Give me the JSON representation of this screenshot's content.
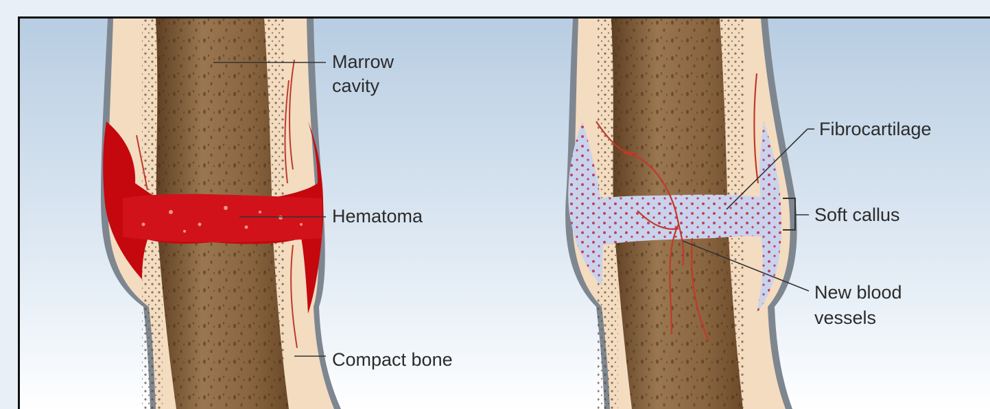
{
  "labels": {
    "marrow_cavity_1": "Marrow",
    "marrow_cavity_2": "cavity",
    "hematoma": "Hematoma",
    "compact_bone": "Compact bone",
    "fibrocartilage": "Fibrocartilage",
    "soft_callus": "Soft callus",
    "new_blood_vessels_1": "New blood",
    "new_blood_vessels_2": "vessels"
  },
  "colors": {
    "page_background": "#e9eff6",
    "sky_top": "#b8cde2",
    "sky_bottom": "#ffffff",
    "compact_bone": "#f3dcc0",
    "marrow": "#8c6a45",
    "periosteum": "#7e8690",
    "hematoma": "#c4080e",
    "callus": "#c9d3ee",
    "blood_vessel": "#c0392b",
    "leader_line": "#333333"
  }
}
